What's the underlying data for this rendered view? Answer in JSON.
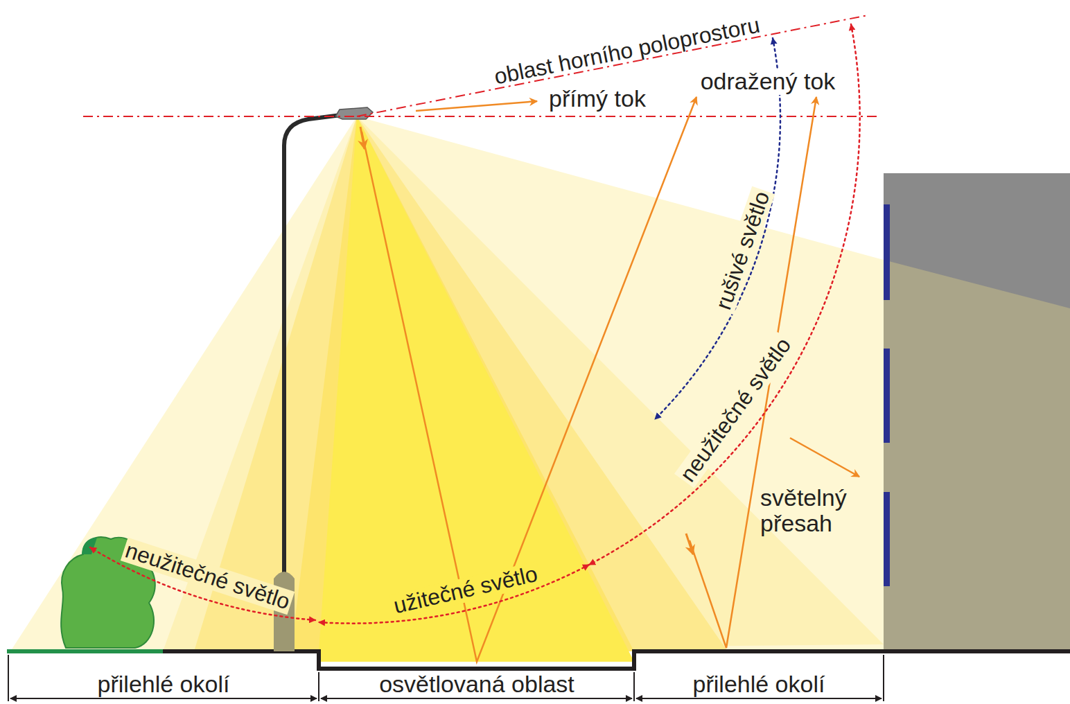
{
  "diagram": {
    "labels": [
      "oblast horního poloprostoru",
      "přímý tok",
      "odražený tok",
      "rušivé světlo",
      "neužitečné světlo",
      "užitečné světlo",
      "neužitečné světlo",
      "světelný přesah",
      "přilehlé okolí",
      "osvětlovaná oblast",
      "přilehlé okolí"
    ]
  }
}
